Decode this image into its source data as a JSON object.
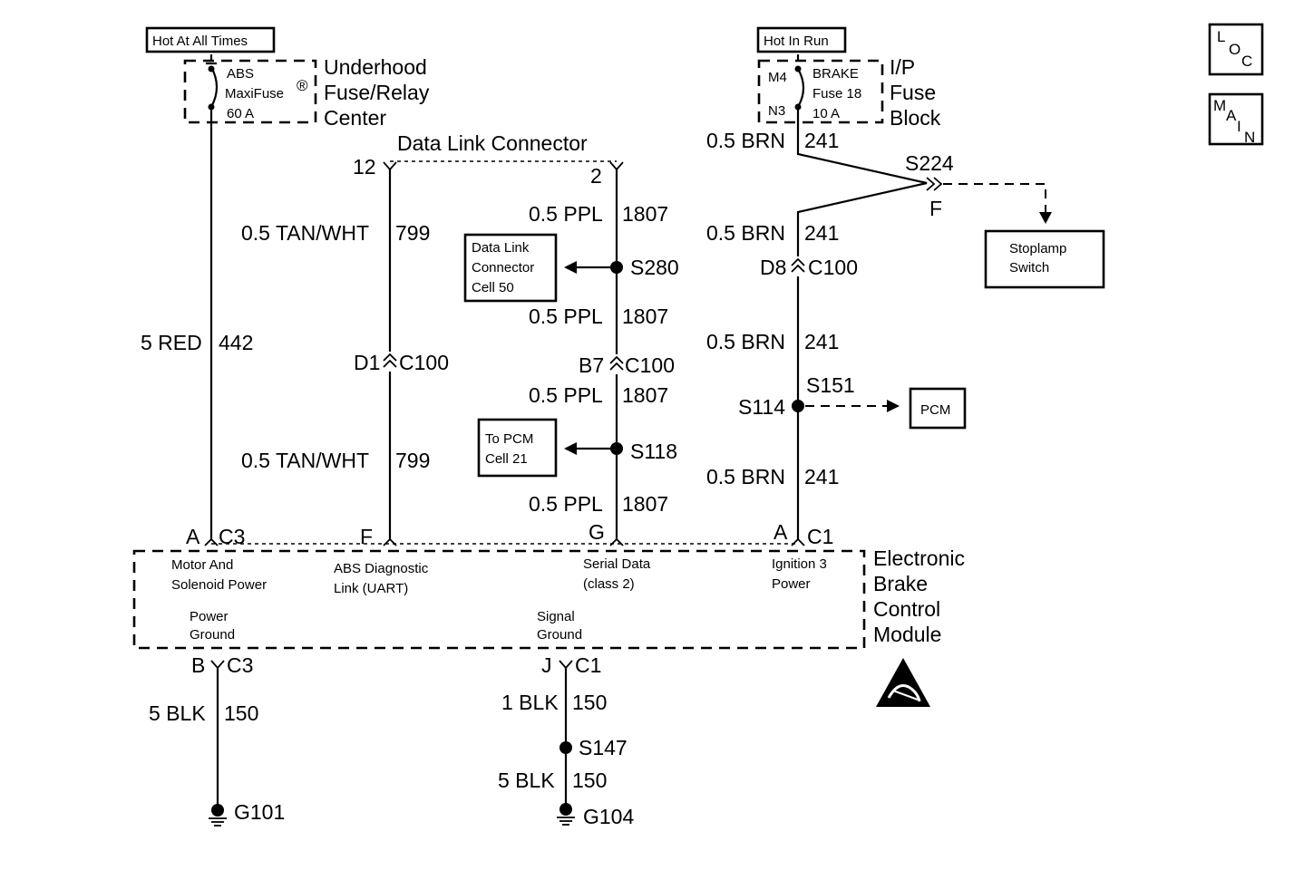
{
  "labels": {
    "hot_always": "Hot At All Times",
    "hot_run": "Hot In Run",
    "uh_fuse_l1": "ABS",
    "uh_fuse_l2": "MaxiFuse",
    "uh_fuse_reg": "®",
    "uh_fuse_l3": "60 A",
    "uh_center_l1": "Underhood",
    "uh_center_l2": "Fuse/Relay",
    "uh_center_l3": "Center",
    "ip_m4": "M4",
    "ip_n3": "N3",
    "ip_fuse_l1": "BRAKE",
    "ip_fuse_l2": "Fuse 18",
    "ip_fuse_l3": "10 A",
    "ip_block_l1": "I/P",
    "ip_block_l2": "Fuse",
    "ip_block_l3": "Block",
    "dlc_title": "Data Link Connector",
    "dlc_pin12": "12",
    "dlc_pin2": "2",
    "w_red": "5 RED",
    "c_442": "442",
    "w_tanwht_1": "0.5 TAN/WHT",
    "c_799_1": "799",
    "w_tanwht_2": "0.5 TAN/WHT",
    "c_799_2": "799",
    "d1": "D1",
    "c100_a": "C100",
    "w_ppl_1": "0.5 PPL",
    "c_1807_1": "1807",
    "w_ppl_2": "0.5 PPL",
    "c_1807_2": "1807",
    "w_ppl_3": "0.5 PPL",
    "c_1807_3": "1807",
    "w_ppl_4": "0.5 PPL",
    "c_1807_4": "1807",
    "s280": "S280",
    "s118": "S118",
    "b7": "B7",
    "c100_b": "C100",
    "dlc_cell_l1": "Data Link",
    "dlc_cell_l2": "Connector",
    "dlc_cell_l3": "Cell 50",
    "pcm_cell_l1": "To PCM",
    "pcm_cell_l2": "Cell 21",
    "w_brn_1": "0.5 BRN",
    "c_241_1": "241",
    "w_brn_2": "0.5 BRN",
    "c_241_2": "241",
    "w_brn_3": "0.5 BRN",
    "c_241_3": "241",
    "w_brn_4": "0.5 BRN",
    "c_241_4": "241",
    "s224": "S224",
    "s224_f": "F",
    "d8": "D8",
    "c100_c": "C100",
    "s151": "S151",
    "s114": "S114",
    "pcm": "PCM",
    "stoplamp_l1": "Stoplamp",
    "stoplamp_l2": "Switch",
    "ebcm_a": "A",
    "ebcm_c3": "C3",
    "ebcm_f": "F",
    "ebcm_g": "G",
    "ebcm_a2": "A",
    "ebcm_c1": "C1",
    "motor_l1": "Motor And",
    "motor_l2": "Solenoid Power",
    "abs_l1": "ABS Diagnostic",
    "abs_l2": "Link (UART)",
    "serial_l1": "Serial Data",
    "serial_l2": "(class 2)",
    "ign_l1": "Ignition 3",
    "ign_l2": "Power",
    "pgnd_l1": "Power",
    "pgnd_l2": "Ground",
    "sgnd_l1": "Signal",
    "sgnd_l2": "Ground",
    "ebcm_name_l1": "Electronic",
    "ebcm_name_l2": "Brake",
    "ebcm_name_l3": "Control",
    "ebcm_name_l4": "Module",
    "gb": "B",
    "gc3": "C3",
    "gj": "J",
    "gc1": "C1",
    "w_blk_1": "5 BLK",
    "c_150_1": "150",
    "w_blk_2": "1 BLK",
    "c_150_2": "150",
    "w_blk_3": "5 BLK",
    "c_150_3": "150",
    "s147": "S147",
    "g101": "G101",
    "g104": "G104",
    "loc_l": "L",
    "loc_o": "O",
    "loc_c": "C",
    "main_m": "M",
    "main_a": "A",
    "main_i": "I",
    "main_n": "N"
  },
  "icons": {
    "esd": "esd-warning-icon",
    "ground": "ground-icon",
    "fuse": "fuse-icon"
  }
}
